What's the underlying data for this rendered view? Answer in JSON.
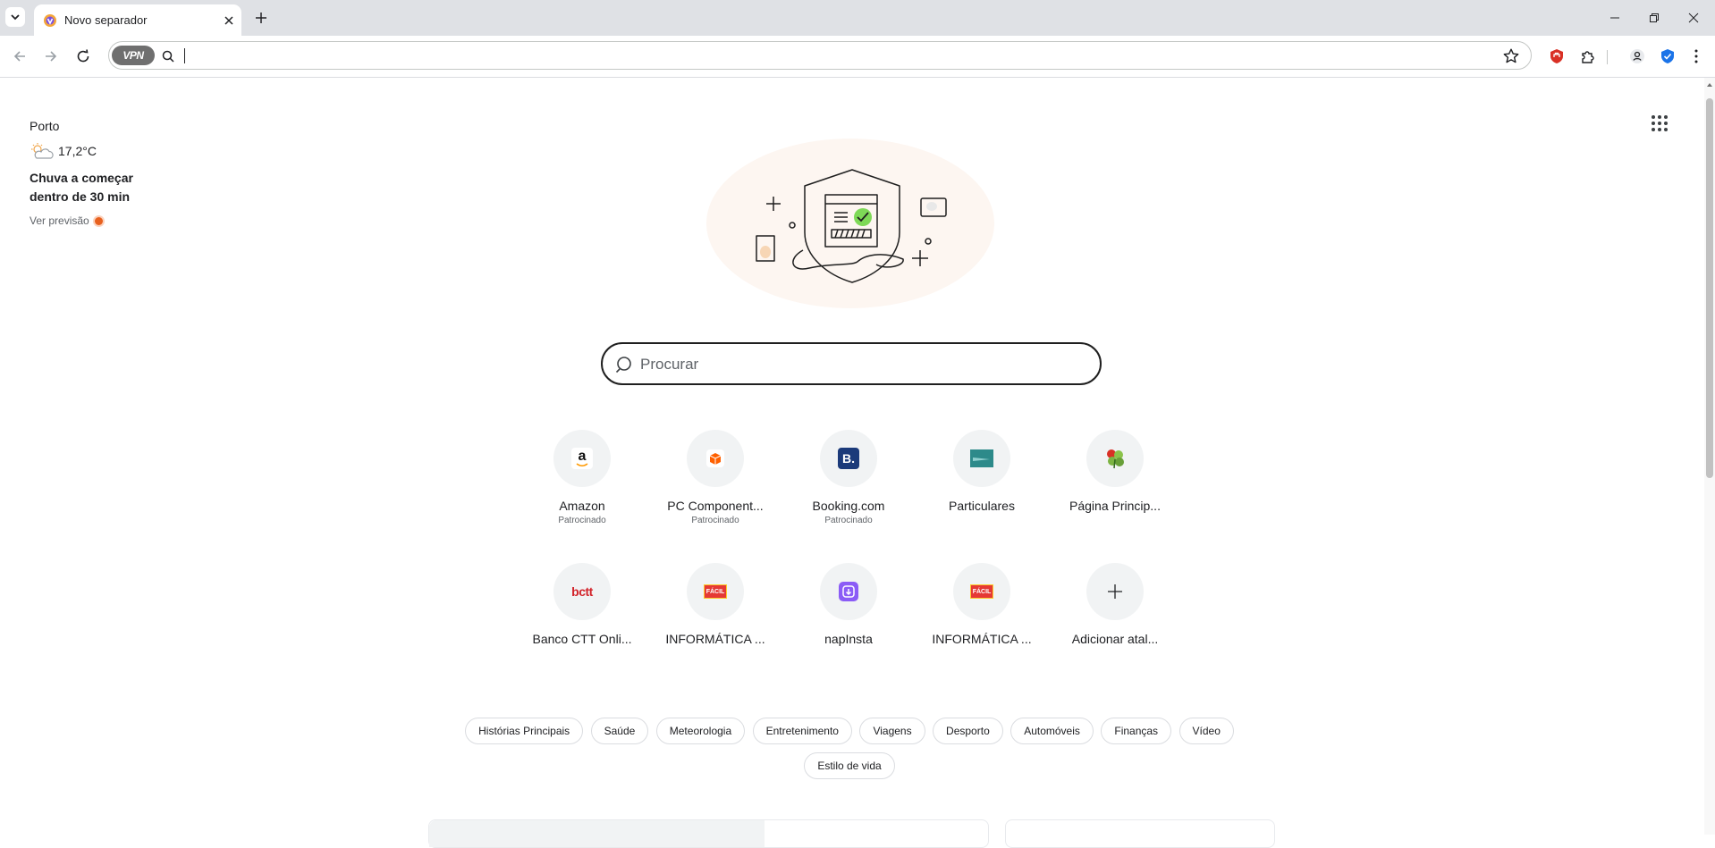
{
  "browser": {
    "tab": {
      "title": "Novo separador"
    },
    "vpn_label": "VPN",
    "address_value": ""
  },
  "weather": {
    "city": "Porto",
    "temperature": "17,2°C",
    "description": "Chuva a começar dentro de 30 min",
    "forecast_link": "Ver previsão",
    "icon": "partly-cloudy-icon"
  },
  "search": {
    "placeholder": "Procurar"
  },
  "shortcuts": [
    {
      "label": "Amazon",
      "sub": "Patrocinado",
      "icon": "amazon-icon"
    },
    {
      "label": "PC Component...",
      "sub": "Patrocinado",
      "icon": "pccomponentes-icon"
    },
    {
      "label": "Booking.com",
      "sub": "Patrocinado",
      "icon": "booking-icon"
    },
    {
      "label": "Particulares",
      "sub": "",
      "icon": "particulares-icon"
    },
    {
      "label": "Página Princip...",
      "sub": "",
      "icon": "clover-icon"
    },
    {
      "label": "Banco CTT Onli...",
      "sub": "",
      "icon": "bctt-icon"
    },
    {
      "label": "INFORMÁTICA ...",
      "sub": "",
      "icon": "informatica-facil-icon"
    },
    {
      "label": "napInsta",
      "sub": "",
      "icon": "napinsta-icon"
    },
    {
      "label": "INFORMÁTICA ...",
      "sub": "",
      "icon": "informatica-facil-icon"
    },
    {
      "label": "Adicionar atal...",
      "sub": "",
      "icon": "plus-icon"
    }
  ],
  "shortcut_icon_text": {
    "bctt": "bctt",
    "facil": "FÁCIL",
    "booking": "B.",
    "amazon": "a"
  },
  "categories": [
    "Histórias Principais",
    "Saúde",
    "Meteorologia",
    "Entretenimento",
    "Viagens",
    "Desporto",
    "Automóveis",
    "Finanças",
    "Vídeo",
    "Estilo de vida"
  ],
  "colors": {
    "accent_orange": "#e8611f",
    "booking_blue": "#1b3a7a",
    "napinsta_purple": "#8b5cf6",
    "bctt_red": "#d2232a"
  }
}
